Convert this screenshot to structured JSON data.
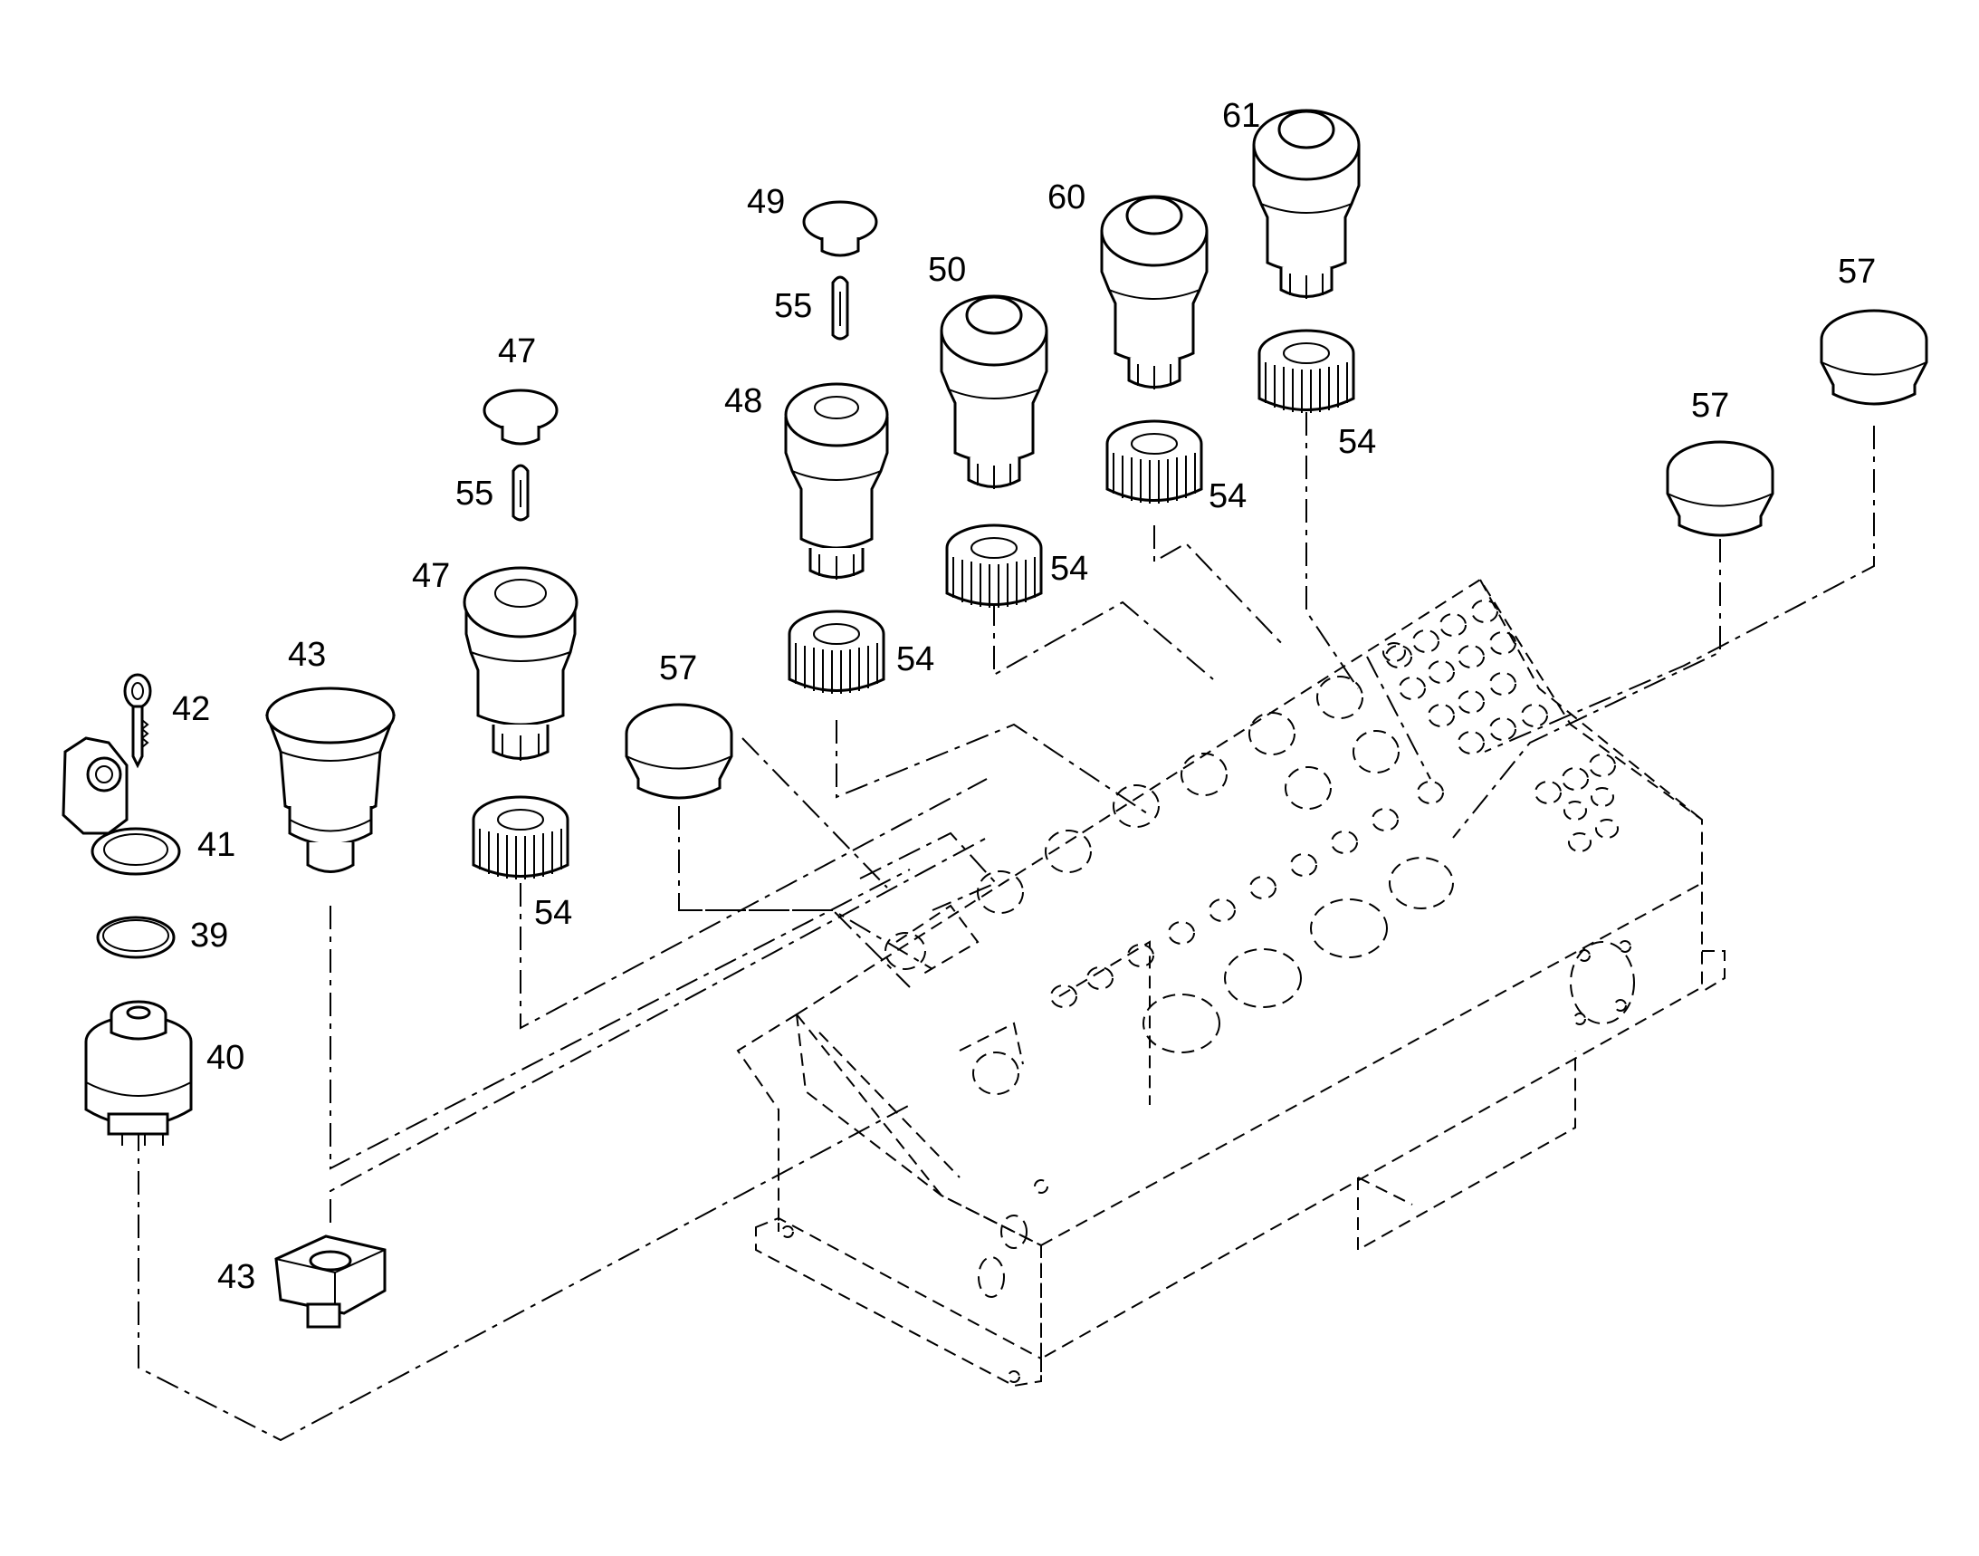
{
  "callouts": [
    {
      "id": "c61",
      "text": "61"
    },
    {
      "id": "c49",
      "text": "49"
    },
    {
      "id": "c60",
      "text": "60"
    },
    {
      "id": "c50",
      "text": "50"
    },
    {
      "id": "c55a",
      "text": "55"
    },
    {
      "id": "c57a",
      "text": "57"
    },
    {
      "id": "c47a",
      "text": "47"
    },
    {
      "id": "c48",
      "text": "48"
    },
    {
      "id": "c57b",
      "text": "57"
    },
    {
      "id": "c54a",
      "text": "54"
    },
    {
      "id": "c55b",
      "text": "55"
    },
    {
      "id": "c54b",
      "text": "54"
    },
    {
      "id": "c47b",
      "text": "47"
    },
    {
      "id": "c54c",
      "text": "54"
    },
    {
      "id": "c43a",
      "text": "43"
    },
    {
      "id": "c57c",
      "text": "57"
    },
    {
      "id": "c54d",
      "text": "54"
    },
    {
      "id": "c42",
      "text": "42"
    },
    {
      "id": "c41",
      "text": "41"
    },
    {
      "id": "c54e",
      "text": "54"
    },
    {
      "id": "c39",
      "text": "39"
    },
    {
      "id": "c40",
      "text": "40"
    },
    {
      "id": "c43b",
      "text": "43"
    }
  ]
}
